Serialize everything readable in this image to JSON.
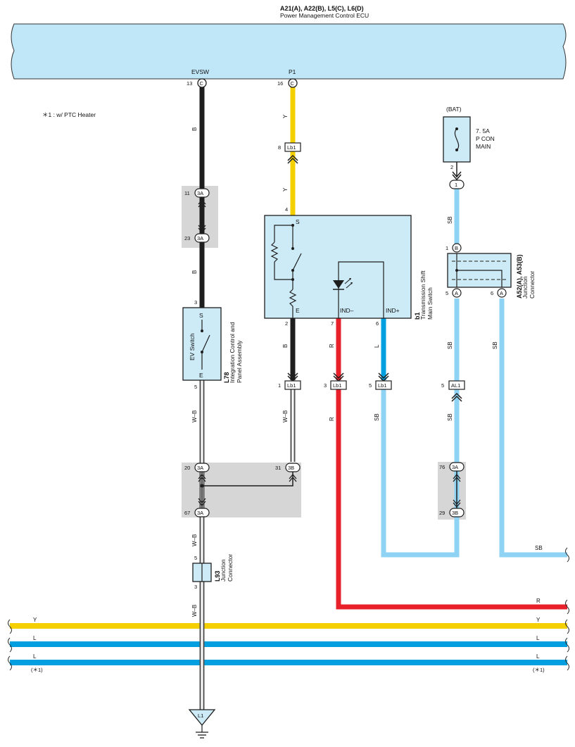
{
  "ecu": {
    "code": "A21(A), A22(B), L5(C), L6(D)",
    "name": "Power Management Control ECU",
    "pin_evsw": "EVSW",
    "pin_p1": "P1",
    "term_evsw_num": "13",
    "term_p1_num": "16",
    "term_letter": "C"
  },
  "note": "＊1 : w/ PTC Heater",
  "fuse": {
    "source": "(BAT)",
    "rating": "7. 5A",
    "name1": "P CON",
    "name2": "MAIN",
    "pin": "2",
    "term": "1"
  },
  "junctions": {
    "j1": {
      "t11": "11",
      "t23": "23",
      "conn": "3A"
    },
    "j2": {
      "t20": "20",
      "t31": "31",
      "t67": "67",
      "conn_a": "3A",
      "conn_b": "3B"
    },
    "j3": {
      "t76": "76",
      "t29": "29",
      "conn_a": "3A",
      "conn_b": "3B"
    }
  },
  "tsm": {
    "code": "b1",
    "name1": "Transmission Shift",
    "name2": "Main Switch",
    "pin_s": "S",
    "pin_e": "E",
    "pin_indm": "IND–",
    "pin_indp": "IND+",
    "n4": "4",
    "n2": "2",
    "n7": "7",
    "n6": "6"
  },
  "l78": {
    "code": "L78",
    "name1": "Integration Control and",
    "name2": "Panel Assembly",
    "switch_name": "EV Switch",
    "pin_s": "S",
    "pin_e": "E",
    "n3": "3",
    "n5": "5"
  },
  "jc_a52": {
    "code": "A52(A), A53(B)",
    "name1": "Junction",
    "name2": "Connector",
    "n1": "1",
    "n5": "5",
    "n6": "6",
    "tb": "B",
    "ta": "A"
  },
  "l93": {
    "code": "L93",
    "name1": "Junction",
    "name2": "Connector",
    "n5": "5",
    "n3": "3"
  },
  "connectors": {
    "lb1_8": {
      "num": "8",
      "label": "Lb1"
    },
    "lb1_1": {
      "num": "1",
      "label": "Lb1"
    },
    "lb1_3": {
      "num": "3",
      "label": "Lb1"
    },
    "lb1_5": {
      "num": "5",
      "label": "Lb1"
    },
    "al1_5": {
      "num": "5",
      "label": "AL1"
    }
  },
  "wire_labels": {
    "b": "B",
    "y": "Y",
    "r": "R",
    "l": "L",
    "sb": "SB",
    "wb": "W–B"
  },
  "bus": {
    "right_r": "R",
    "right_sb": "SB",
    "y_left": "Y",
    "y_right": "Y",
    "l1_left": "L",
    "l1_right": "L",
    "l2_left": "L",
    "l2_right": "L",
    "ref_left": "(＊1)",
    "ref_right": "(＊1)"
  },
  "ground": {
    "label": "L1"
  },
  "colors": {
    "ecu_fill": "#bfe7f8",
    "comp_fill": "#cdeaf7",
    "junction_fill": "#d6d6d6",
    "wire_black": "#1e1e1e",
    "wire_yellow": "#f5d000",
    "wire_red": "#e8202a",
    "wire_lightblue": "#8fd3f4",
    "wire_blue": "#00a0e0",
    "wire_white_black": "#555555"
  }
}
